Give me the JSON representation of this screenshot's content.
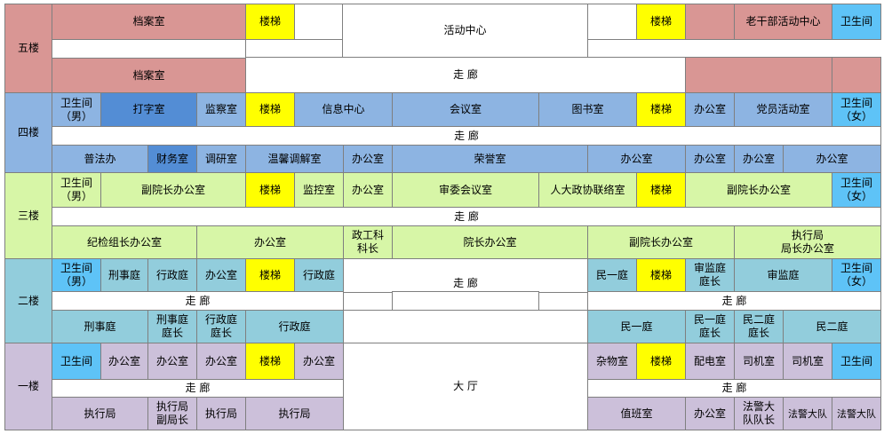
{
  "floors": [
    {
      "key": "f5",
      "label": "五楼"
    },
    {
      "key": "f4",
      "label": "四楼"
    },
    {
      "key": "f3",
      "label": "三楼"
    },
    {
      "key": "f2",
      "label": "二楼"
    },
    {
      "key": "f1",
      "label": "一楼"
    }
  ],
  "corridor_label": "走        廊",
  "hall_label": "大        厅",
  "rooms": {
    "f5": {
      "archive_a": "档案室",
      "stairs_w": "楼梯",
      "activity_center": "活动中心",
      "stairs_e": "楼梯",
      "veteran_center": "老干部活动中心",
      "toilet": "卫生间",
      "archive_b": "档案室"
    },
    "f4": {
      "toilet_m": "卫生间\n（男）",
      "typing": "打字室",
      "supervision": "监察室",
      "stairs_w": "楼梯",
      "info_center": "信息中心",
      "meeting": "会议室",
      "library": "图书室",
      "stairs_e": "楼梯",
      "office_a": "办公室",
      "party_room": "党员活动室",
      "toilet_f": "卫生间\n（女）",
      "law_office": "普法办",
      "finance": "财务室",
      "research": "调研室",
      "mediation": "温馨调解室",
      "office_b": "办公室",
      "honor": "荣誉室",
      "office_c": "办公室",
      "office_d": "办公室",
      "office_e": "办公室",
      "office_f": "办公室"
    },
    "f3": {
      "toilet_m": "卫生间\n（男）",
      "vp_office_w": "副院长办公室",
      "stairs_w": "楼梯",
      "monitor": "监控室",
      "office_a": "办公室",
      "committee": "审委会议室",
      "npc_liaison": "人大政协联络室",
      "stairs_e": "楼梯",
      "vp_office_e": "副院长办公室",
      "toilet_f": "卫生间\n（女）",
      "discipline": "纪检组长办公室",
      "office_b": "办公室",
      "political_chief": "政工科\n科长",
      "president": "院长办公室",
      "vp_office_s": "副院长办公室",
      "exec_chief": "执行局\n局长办公室"
    },
    "f2": {
      "toilet_m": "卫生间\n（男）",
      "criminal_court": "刑事庭",
      "admin_court": "行政庭",
      "office_a": "办公室",
      "stairs_w": "楼梯",
      "admin_court_b": "行政庭",
      "civil1_court": "民一庭",
      "stairs_e": "楼梯",
      "trial_sup_chief": "审监庭\n庭长",
      "trial_sup": "审监庭",
      "toilet_f": "卫生间\n（女）",
      "criminal_court_s": "刑事庭",
      "criminal_chief": "刑事庭\n庭长",
      "admin_chief": "行政庭\n庭长",
      "admin_court_s": "行政庭",
      "civil1_court_s": "民一庭",
      "civil1_chief": "民一庭\n庭长",
      "civil2_chief": "民二庭\n庭长",
      "civil2_court": "民二庭"
    },
    "f1": {
      "toilet_w": "卫生间",
      "office_a": "办公室",
      "office_b": "办公室",
      "office_c": "办公室",
      "stairs_w": "楼梯",
      "office_d": "办公室",
      "storage": "杂物室",
      "stairs_e": "楼梯",
      "power": "配电室",
      "driver_a": "司机室",
      "driver_b": "司机室",
      "toilet_e": "卫生间",
      "exec_bureau_a": "执行局",
      "exec_deputy": "执行局\n副局长",
      "exec_bureau_b": "执行局",
      "exec_bureau_c": "执行局",
      "duty": "值班室",
      "office_e": "办公室",
      "police_chief": "法警大\n队队长",
      "police_a": "法警大队",
      "police_b": "法警大队"
    }
  },
  "colors": {
    "f5": "#d99694",
    "f4": "#8db4e2",
    "f4_dark": "#538dd5",
    "f3": "#d7f6a7",
    "f2": "#92cddc",
    "f1": "#ccc0da",
    "stairs": "#ffff00",
    "toilet": "#5ec3f7"
  }
}
